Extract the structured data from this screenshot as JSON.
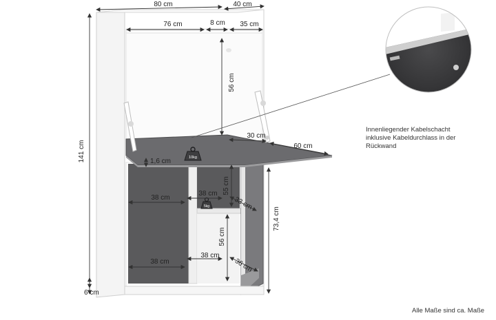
{
  "dimensions": {
    "top_width": "80 cm",
    "top_depth": "40 cm",
    "inner_width": "76 cm",
    "top_panel": "8 cm",
    "inner_depth": "35 cm",
    "upper_height": "56 cm",
    "total_height": "141 cm",
    "flap_depth": "30 cm",
    "flap_length": "60 cm",
    "flap_thickness": "1,6 cm",
    "shelf1_width_left": "38 cm",
    "shelf1_width_right": "38 cm",
    "shelf1_height": "55 cm",
    "shelf1_depth": "33 cm",
    "lower_height": "73,4 cm",
    "shelf2_height": "56 cm",
    "shelf2_width_left": "38 cm",
    "shelf2_width_right": "38 cm",
    "shelf2_depth": "36 cm",
    "foot_height": "6 cm"
  },
  "loads": {
    "flap_load": "10kg",
    "shelf_load": "5kg"
  },
  "callout": {
    "lines": [
      "Innenliegender Kabelschacht",
      "inklusive Kabeldurchlass in der",
      "Rückwand"
    ]
  },
  "footer": {
    "note": "Alle Maße sind ca. Maße"
  },
  "colors": {
    "panel": "#ffffff",
    "edge": "#c8c8c8",
    "dark": "#5a5a5c",
    "flap": "#6b6b6e",
    "arrow": "#333333"
  }
}
